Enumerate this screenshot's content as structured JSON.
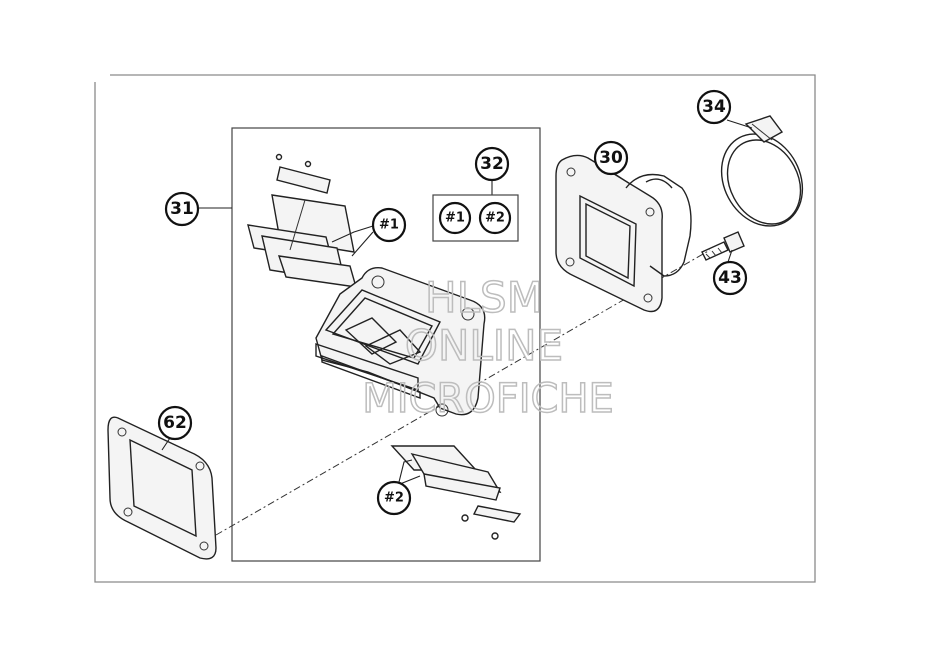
{
  "callouts": {
    "c30": "30",
    "c31": "31",
    "c32": "32",
    "c34": "34",
    "c43": "43",
    "c62": "62",
    "kit1_in_32": "#1",
    "kit2_in_32": "#2",
    "kit1_ref": "#1",
    "kit2_ref": "#2"
  },
  "watermark": {
    "line1": "HLSM",
    "line2": "ONLINE",
    "line3": "MICROFICHE"
  }
}
